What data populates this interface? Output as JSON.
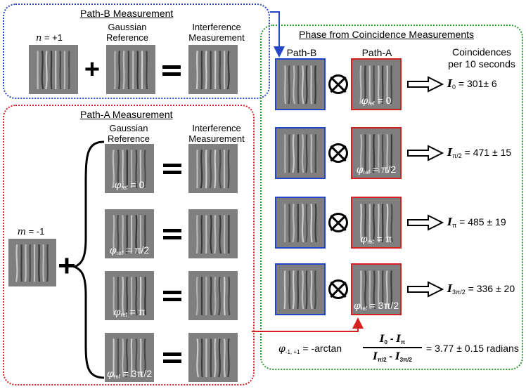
{
  "path_b": {
    "title": "Path-B Measurement",
    "n_label_sym": "n",
    "n_label_val": " = +1",
    "gaussian_ref_line1": "Gaussian",
    "gaussian_ref_line2": "Reference",
    "interference_line1": "Interference",
    "interference_line2": "Measurement",
    "plus": "+",
    "equals": "="
  },
  "path_a": {
    "title": "Path-A Measurement",
    "m_label_sym": "m",
    "m_label_val": " = -1",
    "gaussian_ref_line1": "Gaussian",
    "gaussian_ref_line2": "Reference",
    "interference_line1": "Interference",
    "interference_line2": "Measurement",
    "plus": "+",
    "phi_symbol": "φ",
    "phi_sub": "ref",
    "rows": [
      {
        "phase": "= 0"
      },
      {
        "phase": "= π/2"
      },
      {
        "phase": "= π"
      },
      {
        "phase": "= 3π/2"
      }
    ]
  },
  "phase": {
    "title": "Phase from Coincidence Measurements",
    "path_b_label": "Path-B",
    "path_a_label": "Path-A",
    "coinc_line1": "Coincidences",
    "coinc_line2": "per 10 seconds",
    "phi_symbol": "φ",
    "phi_sub": "ref",
    "rows": [
      {
        "phase": "= 0",
        "I": "I",
        "I_sub": "0",
        "value": " = 301± 6"
      },
      {
        "phase": "= π/2",
        "I": "I",
        "I_sub": "π/2",
        "value": " = 471 ± 15"
      },
      {
        "phase": "= π",
        "I": "I",
        "I_sub": "π",
        "value": " = 485 ± 19"
      },
      {
        "phase": "= 3π/2",
        "I": "I",
        "I_sub": "3π/2",
        "value": " = 336 ± 20"
      }
    ],
    "formula": {
      "phi": "φ",
      "phi_sub": "-1, +1",
      "eq": " = -arctan",
      "num_a": "I",
      "num_a_sub": "0",
      "num_op": " - ",
      "num_b": "I",
      "num_b_sub": "π",
      "den_a": "I",
      "den_a_sub": "π/2",
      "den_op": " - ",
      "den_b": "I",
      "den_b_sub": "3π/2",
      "result": "= 3.77 ± 0.15 radians"
    }
  },
  "colors": {
    "path_b_border": "#2346c8",
    "path_a_border": "#d42020",
    "phase_border": "#2a9a2a",
    "arrow_blue": "#2346c8",
    "arrow_red": "#d42020"
  }
}
